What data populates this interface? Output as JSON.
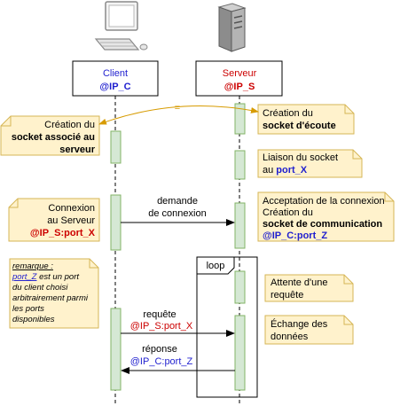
{
  "colors": {
    "client": "#1f1fcf",
    "server": "#cc0000",
    "note_fill": "#fff2cc",
    "note_stroke": "#d6b656",
    "activation_fill": "#d5e8d4",
    "activation_stroke": "#82b366",
    "link_arrow": "#d79b00"
  },
  "icons": {
    "client": "desktop-computer-icon",
    "server": "tower-server-icon"
  },
  "client": {
    "title": "Client",
    "address": "@IP_C"
  },
  "server": {
    "title": "Serveur",
    "address": "@IP_S"
  },
  "equal_sign": "=",
  "notes": {
    "client_socket": {
      "line1": "Création du",
      "line2": "socket associé au",
      "line3": "serveur"
    },
    "client_connect": {
      "line1": "Connexion",
      "line2": "au Serveur",
      "line3": "@IP_S:port_X"
    },
    "remark": {
      "title": "remarque :",
      "var": "port_Z",
      "l1": " est un port",
      "l2": "du client choisi",
      "l3": "arbitrairement parmi",
      "l4": "les ports",
      "l5": "disponibles"
    },
    "server_listen": {
      "line1": "Création du",
      "line2": "socket d'écoute"
    },
    "server_bind": {
      "line1": "Liaison du socket",
      "prefix": "au ",
      "port": "port_X"
    },
    "server_accept": {
      "line1": "Acceptation de la connexion",
      "line2": "Création du",
      "line3": "socket de communication",
      "line4": "@IP_C:port_Z"
    },
    "server_wait": {
      "line1": "Attente d'une",
      "line2": "requête"
    },
    "server_exchange": {
      "line1": "Échange des",
      "line2": "données"
    }
  },
  "messages": {
    "connect": {
      "line1": "demande",
      "line2": "de connexion"
    },
    "request": {
      "line1": "requête",
      "line2": "@IP_S:port_X"
    },
    "response": {
      "line1": "réponse",
      "line2": "@IP_C:port_Z"
    }
  },
  "loop_label": "loop"
}
